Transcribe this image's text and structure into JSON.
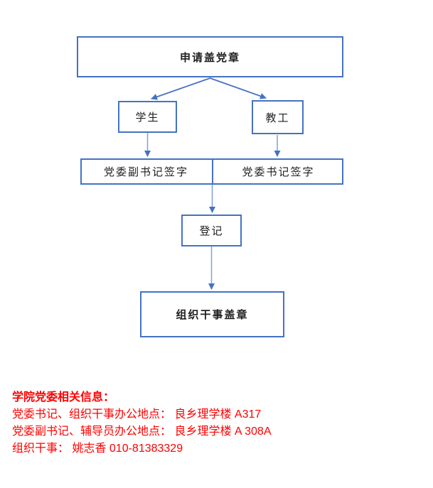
{
  "flowchart": {
    "apply_box": {
      "label": "申请盖党章"
    },
    "student_box": {
      "label": "学生"
    },
    "staff_box": {
      "label": "教工"
    },
    "deputy_sign_box": {
      "label": "党委副书记签字"
    },
    "secretary_sign_box": {
      "label": "党委书记签字"
    },
    "register_box": {
      "label": "登记"
    },
    "stamp_box": {
      "label": "组织干事盖章"
    }
  },
  "info": {
    "heading": "学院党委相关信息：",
    "lines": [
      "党委书记、组织干事办公地点： 良乡理学楼 A317",
      "党委副书记、辅导员办公地点： 良乡理学楼 A 308A",
      "组织干事： 姚志香  010-81383329"
    ]
  },
  "colors": {
    "box_border": "#4472C4",
    "connector_line": "#7F9FD9",
    "arrowhead": "#4472C4",
    "info_text": "#FF0000",
    "box_text": "#1F1F1F"
  }
}
